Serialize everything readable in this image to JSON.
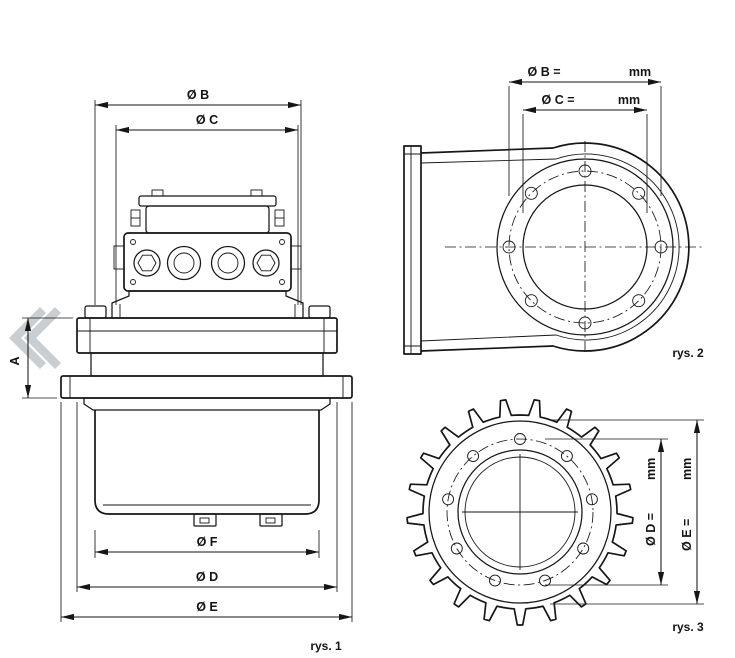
{
  "page": {
    "background": "#ffffff",
    "line_color": "#161616",
    "chevron_color": "#c9ced3"
  },
  "nav": {
    "prev_icon": "chevrons-left"
  },
  "figure1": {
    "caption": "rys. 1",
    "dim_b": "Ø B",
    "dim_c": "Ø C",
    "dim_a": "A",
    "dim_f": "Ø F",
    "dim_d": "Ø D",
    "dim_e": "Ø E"
  },
  "figure2": {
    "caption": "rys. 2",
    "dim_b_label": "Ø B =",
    "dim_b_unit": "mm",
    "dim_c_label": "Ø C =",
    "dim_c_unit": "mm"
  },
  "figure3": {
    "caption": "rys. 3",
    "dim_d_label": "Ø D =",
    "dim_d_unit": "mm",
    "dim_e_label": "Ø E =",
    "dim_e_unit": "mm"
  }
}
